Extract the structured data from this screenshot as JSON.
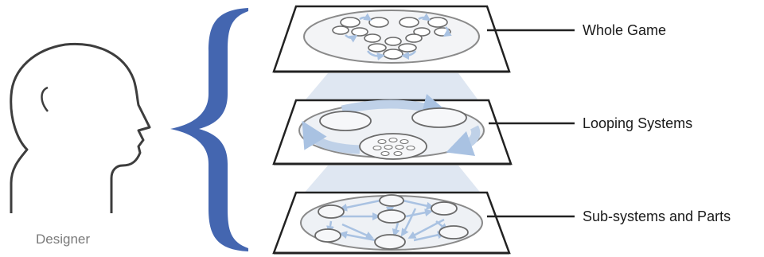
{
  "diagram": {
    "designer_label": "Designer",
    "layers": [
      {
        "id": "whole-game",
        "label": "Whole Game"
      },
      {
        "id": "looping-systems",
        "label": "Looping Systems"
      },
      {
        "id": "sub-systems",
        "label": "Sub-systems and Parts"
      }
    ],
    "colors": {
      "brace": "#4466b0",
      "outline": "#333333",
      "arrow": "#a9c2e2",
      "beam": "#dfe7f2",
      "inner_fill": "#eef1f5"
    }
  }
}
